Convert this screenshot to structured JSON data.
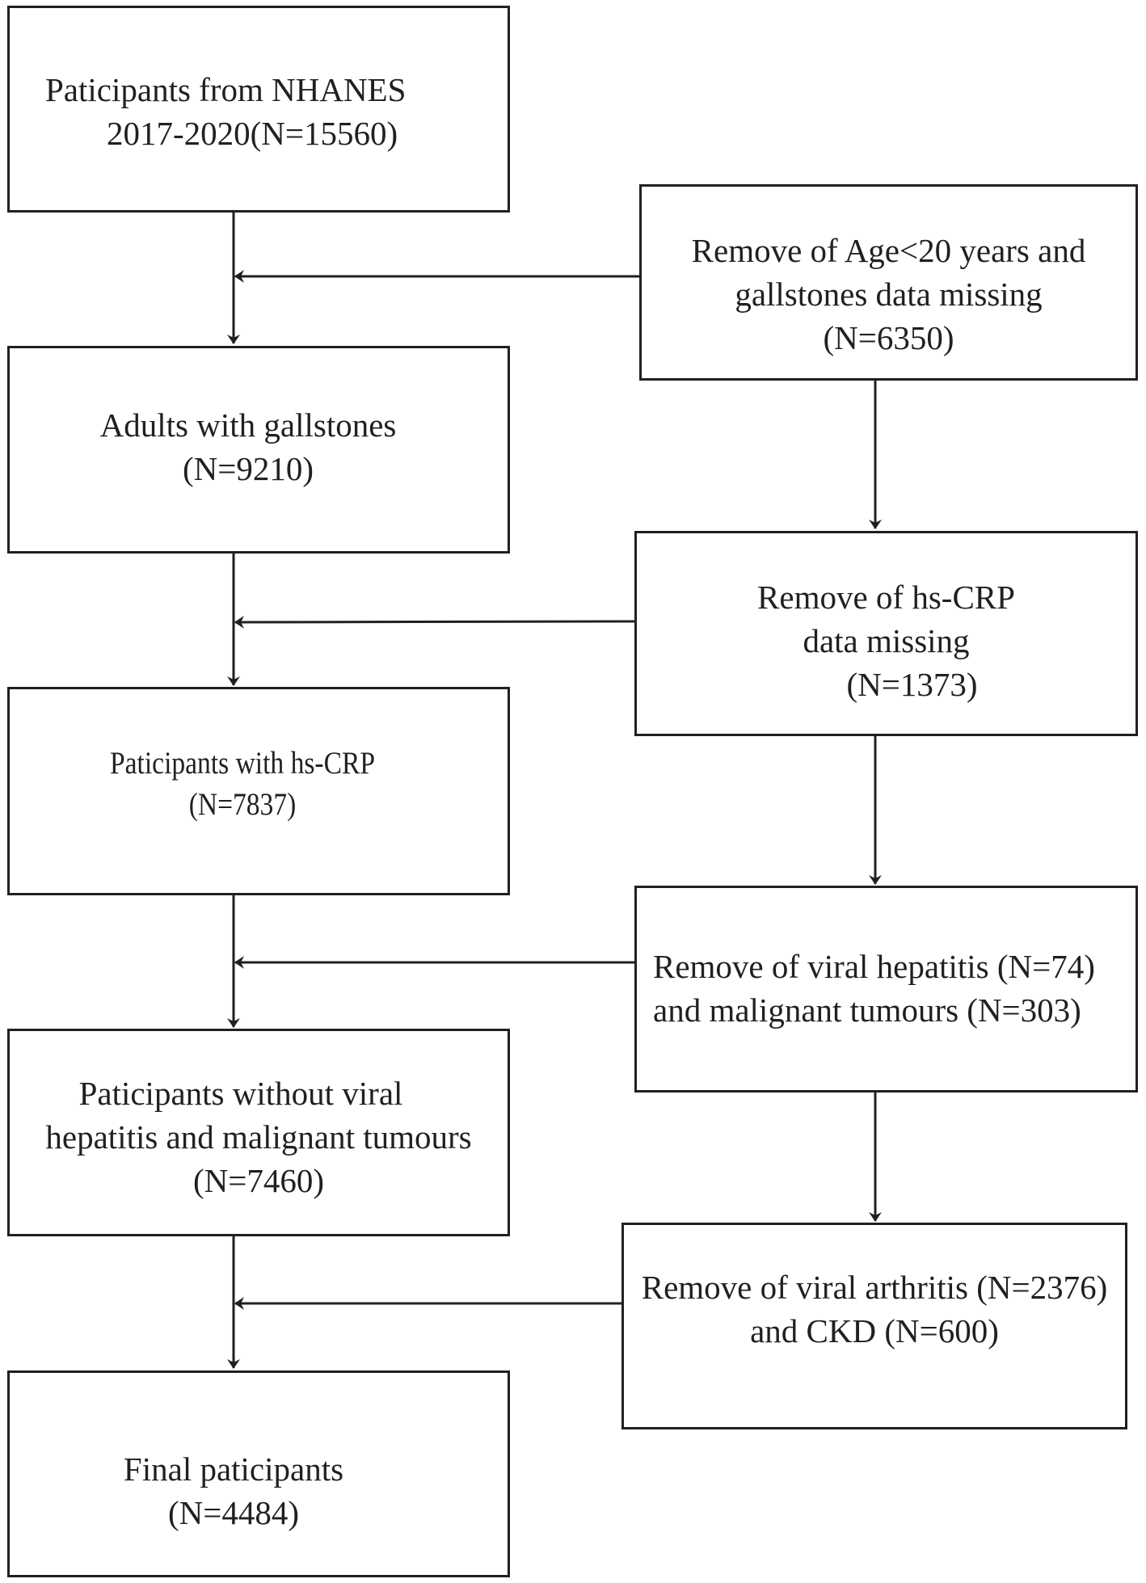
{
  "flowchart": {
    "main": [
      {
        "id": "m1",
        "lines": [
          "Paticipants from NHANES",
          "2017-2020(N=15560)"
        ]
      },
      {
        "id": "m2",
        "lines": [
          "Adults with gallstones",
          "(N=9210)"
        ]
      },
      {
        "id": "m3",
        "lines": [
          "Paticipants with hs-CRP",
          "(N=7837)"
        ]
      },
      {
        "id": "m4",
        "lines": [
          "Paticipants without viral",
          "hepatitis and malignant tumours",
          "(N=7460)"
        ]
      },
      {
        "id": "m5",
        "lines": [
          "Final paticipants",
          "(N=4484)"
        ]
      }
    ],
    "exclusions": [
      {
        "id": "e1",
        "lines": [
          "Remove of Age<20 years and",
          "gallstones data missing",
          "(N=6350)"
        ]
      },
      {
        "id": "e2",
        "lines": [
          "Remove of hs-CRP",
          "data missing",
          "(N=1373)"
        ]
      },
      {
        "id": "e3",
        "lines": [
          "Remove of viral hepatitis (N=74)",
          "and malignant tumours (N=303)"
        ]
      },
      {
        "id": "e4",
        "lines": [
          "Remove of viral arthritis (N=2376)",
          "and CKD (N=600)"
        ]
      }
    ]
  },
  "colors": {
    "line": "#231f20",
    "background": "#ffffff"
  }
}
